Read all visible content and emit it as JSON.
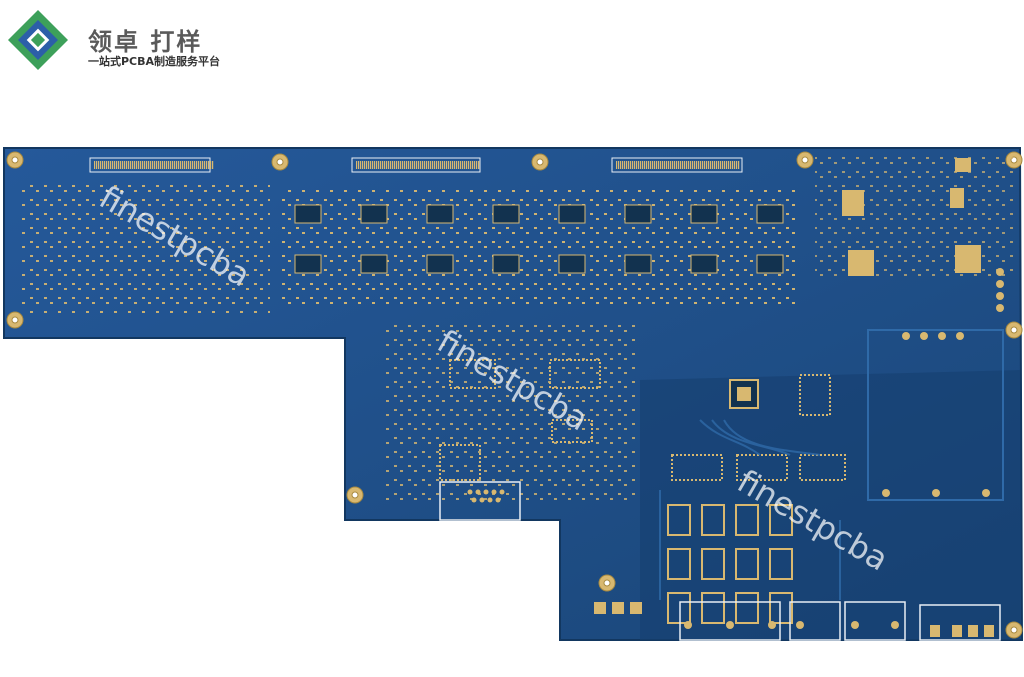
{
  "brand": {
    "name": "领卓 打样",
    "tagline": "一站式PCBA制造服务平台"
  },
  "watermarks": [
    "finestpcba",
    "finestpcba",
    "finestpcba"
  ],
  "colors": {
    "pcb": "#1f4f86",
    "pcb_dark": "#16406f",
    "pad_gold": "#d8b870",
    "silk": "#e8eef5",
    "logo_green": "#3da05a",
    "logo_blue": "#2c5fa8"
  }
}
